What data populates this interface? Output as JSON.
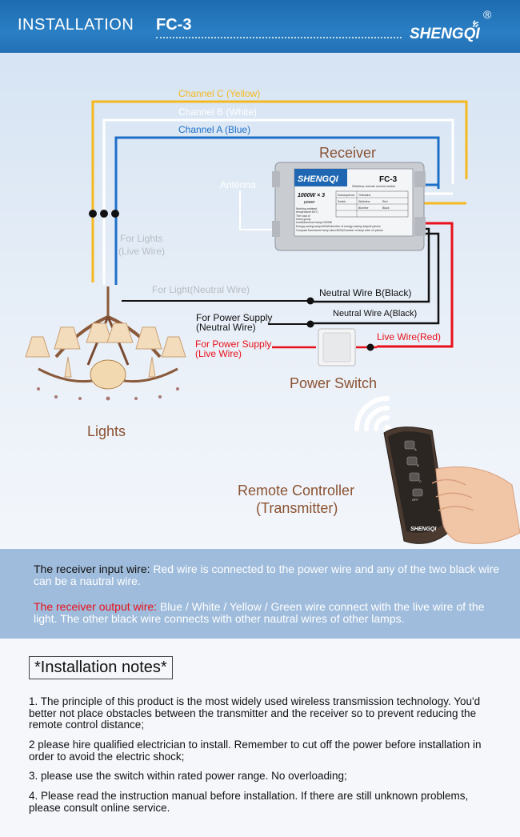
{
  "header": {
    "title": "INSTALLATION",
    "model": "FC-3",
    "brand": "SHENGQI",
    "registered": "®"
  },
  "diagram": {
    "channel_c": "Channel C (Yellow)",
    "channel_b": "Channel B (White)",
    "channel_a": "Channel A (Blue)",
    "receiver": "Receiver",
    "antenna": "Antenna",
    "for_lights_line1": "For Lights",
    "for_lights_line2": "(Live Wire)",
    "for_light_neutral": "For Light(Neutral Wire)",
    "neutral_b": "Neutral Wire B(Black)",
    "neutral_a": "Neutral Wire  A(Black)",
    "power_neutral_line1": "For Power Supply",
    "power_neutral_line2": "(Neutral Wire)",
    "power_live_line1": "For Power Supply",
    "power_live_line2": "(Live Wire)",
    "live_red": "Live Wire(Red)",
    "power_switch": "Power Switch",
    "lights": "Lights",
    "remote_line1": "Remote Controller",
    "remote_line2": "(Transmitter)",
    "receiver_device": {
      "brand": "SHENGQI",
      "model": "FC-3",
      "subtitle": "Wireless remote control switch",
      "rating": "1000W × 3",
      "power": "power",
      "table_lines": [
        "Subsequence",
        "Switch",
        "Yellowline",
        "Whiteline",
        "Blueline",
        "Red",
        "Black"
      ],
      "small_text": [
        "Working ambient",
        "temperature:60°C",
        "The load of",
        "every group",
        "Incandescence lamp≤1000W",
        "Energy-saving lamp≤600W,Number of energy-saving lamp≤5 pieces",
        "Compact fluorescent lamp tube≤300W,Number of lamp tube ≤3 pieces"
      ]
    },
    "remote_brand": "SHENGQI",
    "remote_buttons": [
      "A",
      "B",
      "C",
      "OFF"
    ],
    "colors": {
      "yellow": "#f5b820",
      "white": "#ffffff",
      "blue": "#1e6fc8",
      "red": "#e8101a",
      "black": "#111111",
      "label_brown": "#8a5232",
      "label_gray": "#b8bcc2"
    }
  },
  "info": {
    "input_label": "The receiver input wire:",
    "input_text": "Red wire is connected to the power wire and any of the two black wire can be a nautral wire.",
    "output_label": "The receiver output wire:",
    "output_text": "Blue / White / Yellow / Green wire connect with the live wire of the light. The other black wire connects with other nautral wires of other lamps."
  },
  "notes": {
    "title": "*Installation notes*",
    "items": [
      "1. The principle of this product is the most widely used wireless transmission technology. You'd better not  place obstacles between the transmitter and the receiver so to prevent reducing the remote control distance;",
      "2 please hire qualified electrician to install. Remember to cut off the power before installation in order to avoid the electric shock;",
      "3. please use the switch within rated power range. No overloading;",
      "4. Please read the instruction manual before installation.  If there are still unknown problems, please consult online service."
    ]
  }
}
